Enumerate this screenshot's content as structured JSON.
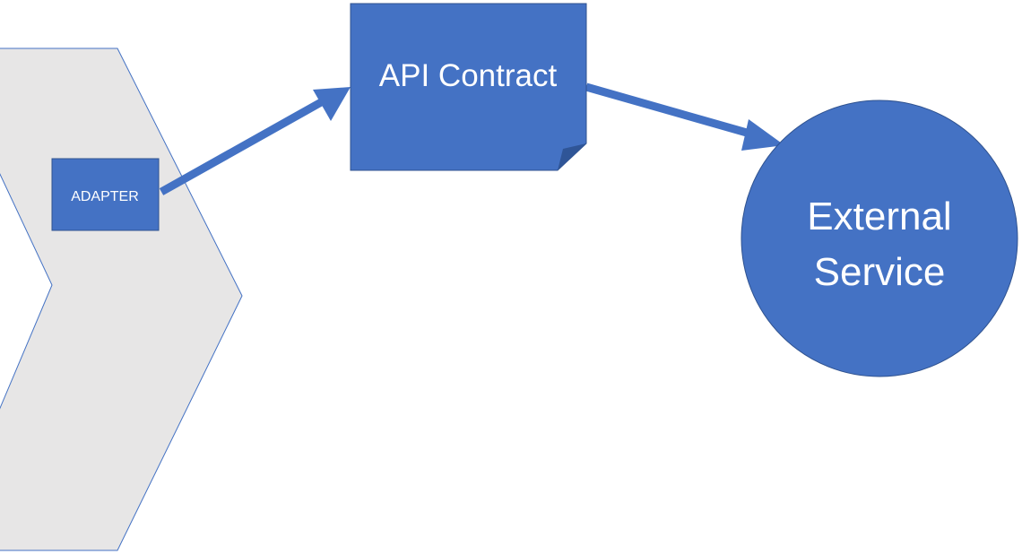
{
  "diagram": {
    "nodes": {
      "adapter": {
        "label": "ADAPTER"
      },
      "api_contract": {
        "label": "API Contract"
      },
      "external_service": {
        "label_line1": "External",
        "label_line2": "Service"
      }
    },
    "colors": {
      "node_fill": "#4472C4",
      "node_stroke": "#2F528F",
      "node_fold": "#2F5597",
      "hexagon_fill": "#E7E6E6",
      "hexagon_stroke": "#4472C4",
      "arrow": "#4472C4",
      "text": "#FFFFFF"
    }
  }
}
